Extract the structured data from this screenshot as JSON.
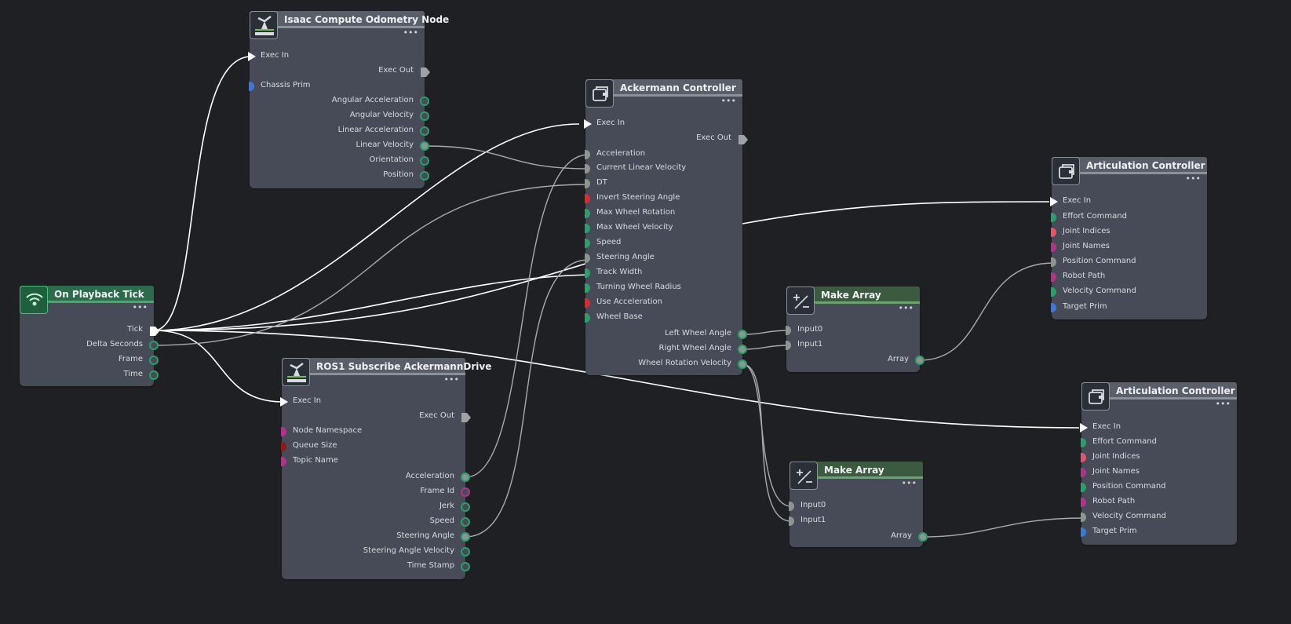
{
  "colors": {
    "background": "#1f2023",
    "node_body": "#474b57",
    "pin_green": "#27a06a",
    "pin_red": "#e02a2a",
    "pin_pink": "#e2566a",
    "pin_magenta": "#b0348a",
    "pin_darkred": "#8b1a1a",
    "pin_blue": "#3b78d8",
    "pin_grey": "#8b9690",
    "wire": "#bcbcbc",
    "exec_wire": "#ffffff"
  },
  "nodes": {
    "on_playback_tick": {
      "title": "On Playback Tick",
      "icon": "broadcast-icon",
      "outputs": [
        "Tick",
        "Delta Seconds",
        "Frame",
        "Time"
      ]
    },
    "odometry": {
      "title": "Isaac Compute Odometry Node",
      "icon": "robot-arm-icon",
      "inputs": [
        "Exec In",
        "Chassis Prim"
      ],
      "outputs": [
        "Exec Out",
        "Angular Acceleration",
        "Angular Velocity",
        "Linear Acceleration",
        "Linear Velocity",
        "Orientation",
        "Position"
      ]
    },
    "ros1_sub": {
      "title": "ROS1 Subscribe AckermannDrive",
      "icon": "robot-arm-icon",
      "inputs": [
        "Exec In",
        "Node Namespace",
        "Queue Size",
        "Topic Name"
      ],
      "outputs": [
        "Exec Out",
        "Acceleration",
        "Frame Id",
        "Jerk",
        "Speed",
        "Steering Angle",
        "Steering Angle Velocity",
        "Time Stamp"
      ]
    },
    "ackermann": {
      "title": "Ackermann Controller",
      "icon": "controller-icon",
      "inputs": [
        "Exec In",
        "Acceleration",
        "Current Linear Velocity",
        "DT",
        "Invert Steering Angle",
        "Max Wheel Rotation",
        "Max Wheel Velocity",
        "Speed",
        "Steering Angle",
        "Track Width",
        "Turning Wheel Radius",
        "Use Acceleration",
        "Wheel Base"
      ],
      "outputs": [
        "Exec Out",
        "Left Wheel Angle",
        "Right Wheel Angle",
        "Wheel Rotation Velocity"
      ]
    },
    "make_array_1": {
      "title": "Make Array",
      "icon": "plus-minus-icon",
      "inputs": [
        "Input0",
        "Input1"
      ],
      "outputs": [
        "Array"
      ]
    },
    "make_array_2": {
      "title": "Make Array",
      "icon": "plus-minus-icon",
      "inputs": [
        "Input0",
        "Input1"
      ],
      "outputs": [
        "Array"
      ]
    },
    "articulation_1": {
      "title": "Articulation Controller",
      "icon": "controller-icon",
      "inputs": [
        "Exec In",
        "Effort Command",
        "Joint Indices",
        "Joint Names",
        "Position Command",
        "Robot Path",
        "Velocity Command",
        "Target Prim"
      ]
    },
    "articulation_2": {
      "title": "Articulation Controller",
      "icon": "controller-icon",
      "inputs": [
        "Exec In",
        "Effort Command",
        "Joint Indices",
        "Joint Names",
        "Position Command",
        "Robot Path",
        "Velocity Command",
        "Target Prim"
      ]
    }
  },
  "menu_glyph": "•••"
}
